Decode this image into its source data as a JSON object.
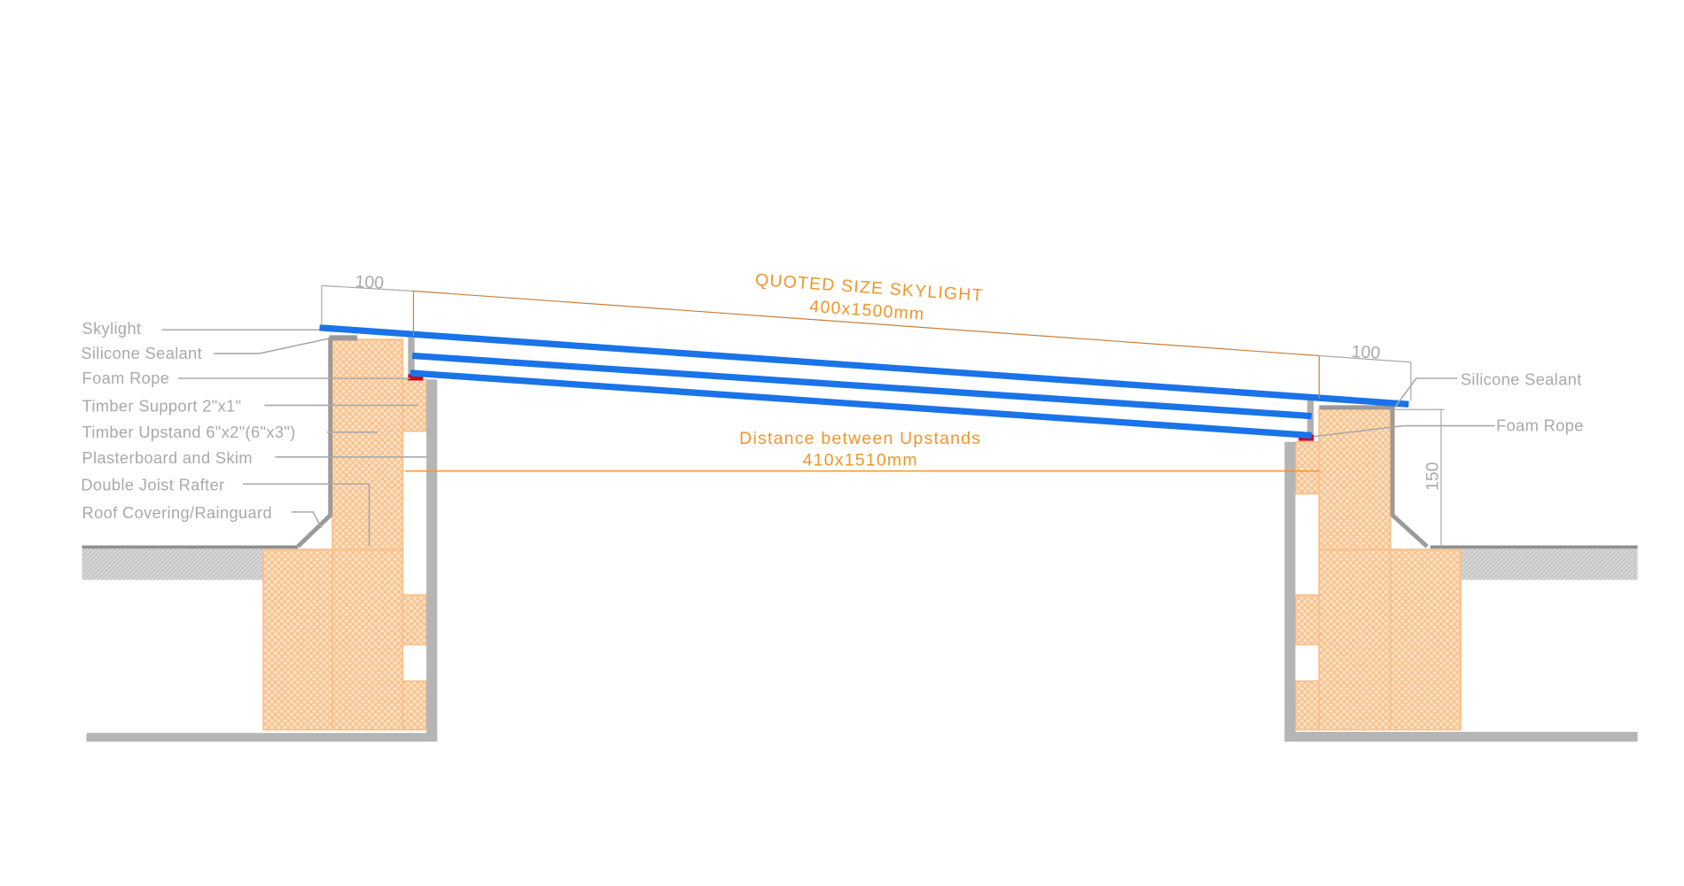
{
  "title": "Skylight upstand section detail",
  "colors": {
    "glass": "#1a73e8",
    "timber": "#f9c08a",
    "dimension_text": "#f0962a",
    "label": "#a9a9a9",
    "foam_rope": "#d0021b"
  },
  "dimensions": {
    "left_overhang": "100",
    "right_overhang": "100",
    "upstand_height": "150",
    "quoted_title": "QUOTED SIZE SKYLIGHT",
    "quoted_size": "400x1500mm",
    "distance_title": "Distance between Upstands",
    "distance_size": "410x1510mm"
  },
  "left_labels": [
    "Skylight",
    "Silicone Sealant",
    "Foam Rope",
    "Timber Support 2\"x1\"",
    "Timber Upstand 6\"x2\"(6\"x3\")",
    "Plasterboard and Skim",
    "Double Joist Rafter",
    "Roof Covering/Rainguard"
  ],
  "right_labels": [
    "Silicone Sealant",
    "Foam Rope"
  ]
}
